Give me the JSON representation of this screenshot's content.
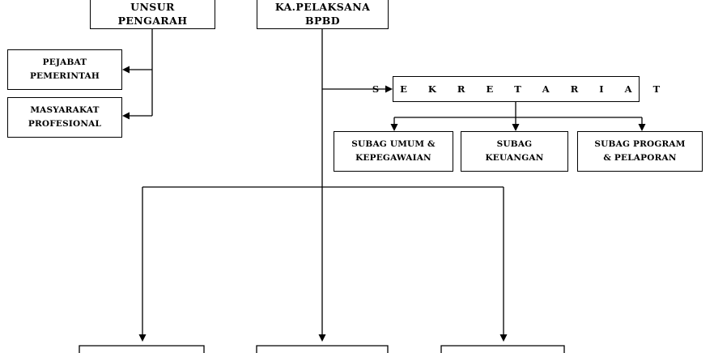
{
  "boxes": {
    "unsur_pengarah": [
      "UNSUR",
      "PENGARAH"
    ],
    "ka_pelaksana": [
      "KA.PELAKSANA",
      "BPBD"
    ],
    "pejabat_pemerintah": [
      "PEJABAT",
      "PEMERINTAH"
    ],
    "masyarakat_profesional": [
      "MASYARAKAT",
      "PROFESIONAL"
    ],
    "sekretariat": "S E K R E T A R I A T",
    "subag_umum": [
      "SUBAG UMUM &",
      "KEPEGAWAIAN"
    ],
    "subag_keuangan": [
      "SUBAG",
      "KEUANGAN"
    ],
    "subag_program": [
      "SUBAG PROGRAM",
      "& PELAPORAN"
    ]
  }
}
